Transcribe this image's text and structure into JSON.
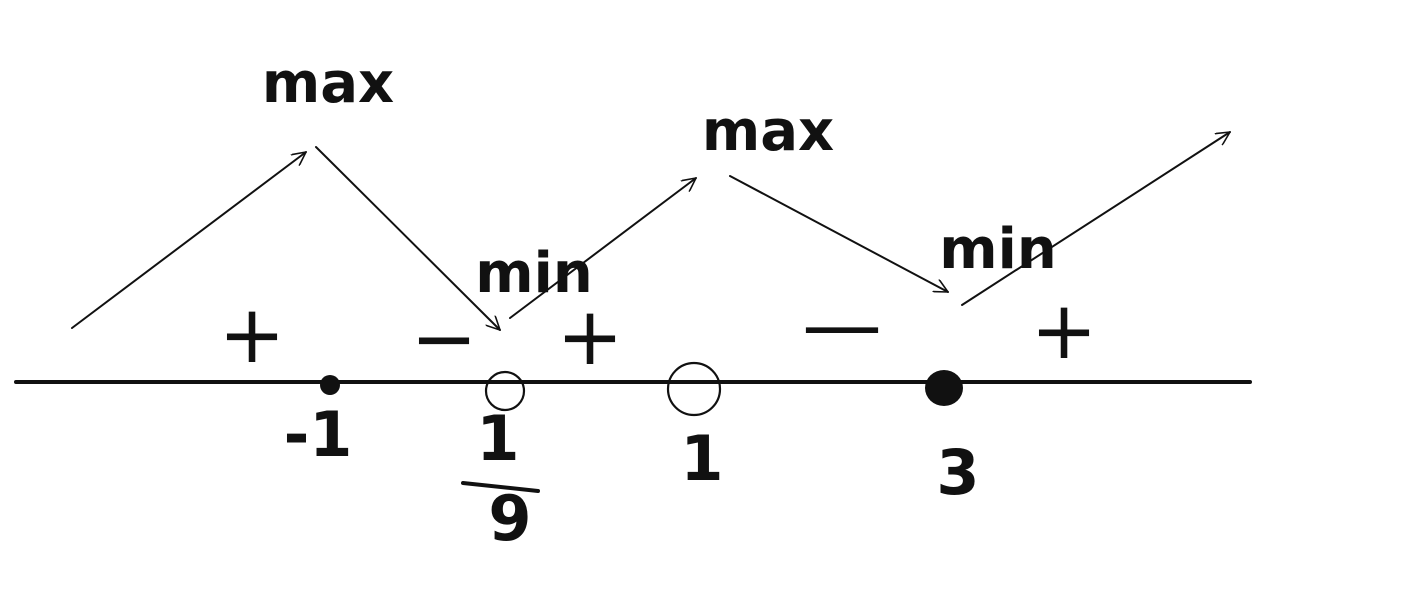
{
  "diagram": {
    "axis": {
      "points": [
        {
          "label": "-1",
          "marker": "filled-small"
        },
        {
          "label_numerator": "1",
          "label_denominator": "9",
          "marker": "open"
        },
        {
          "label": "1",
          "marker": "open"
        },
        {
          "label": "3",
          "marker": "filled"
        }
      ]
    },
    "signs": [
      "+",
      "−",
      "+",
      "—",
      "+"
    ],
    "extrema": [
      {
        "label": "max"
      },
      {
        "label": "min"
      },
      {
        "label": "max"
      },
      {
        "label": "min"
      }
    ]
  }
}
